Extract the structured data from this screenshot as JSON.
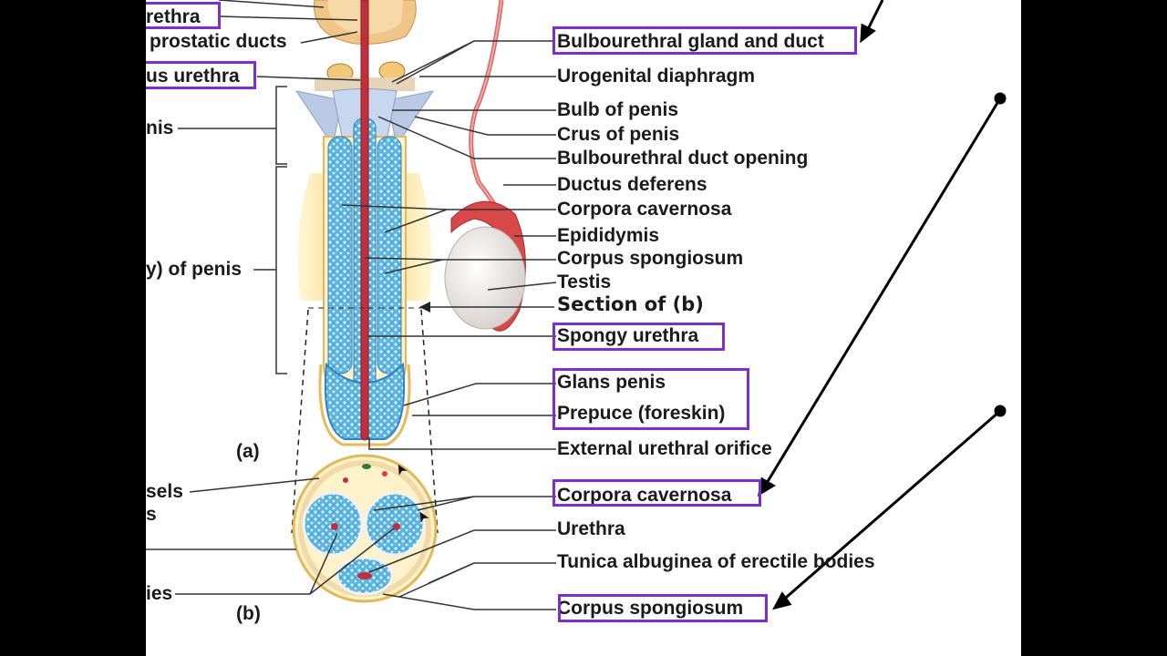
{
  "slide": {
    "labels_right": {
      "bulbourethral_gland_duct": "Bulbourethral gland and duct",
      "urogenital_diaphragm": "Urogenital diaphragm",
      "bulb_of_penis": "Bulb of penis",
      "crus_of_penis": "Crus of penis",
      "bulbourethral_duct_opening": "Bulbourethral duct opening",
      "ductus_deferens": "Ductus deferens",
      "corpora_cavernosa_a": "Corpora cavernosa",
      "epididymis": "Epididymis",
      "corpus_spongiosum_a": "Corpus spongiosum",
      "testis": "Testis",
      "section_of_b": "Section of (b)",
      "spongy_urethra": "Spongy urethra",
      "glans_penis": "Glans penis",
      "prepuce": "Prepuce (foreskin)",
      "external_urethral_orifice": "External urethral orifice",
      "corpora_cavernosa_b": "Corpora cavernosa",
      "urethra": "Urethra",
      "tunica_albuginea": "Tunica albuginea of erectile bodies",
      "corpus_spongiosum_b": "Corpus spongiosum"
    },
    "labels_left": {
      "urethra_partial": "rethra",
      "prostatic_ducts": "prostatic ducts",
      "membranous_urethra_partial": "us urethra",
      "root_of_penis_partial": "nis",
      "body_of_penis_partial": "y) of penis",
      "vessels_partial": "sels",
      "s_partial": "s",
      "bodies_partial": "ies"
    },
    "figure_labels": {
      "a": "(a)",
      "b": "(b)"
    }
  },
  "colors": {
    "highlight_box": "#7b2fd0",
    "spongy_tissue": "#3aa0d8",
    "urethra": "#c0303c",
    "tunica": "#f3c866",
    "epididymis": "#d84848",
    "leader_lines": "#333333"
  },
  "cursor": "arrow-cursor"
}
